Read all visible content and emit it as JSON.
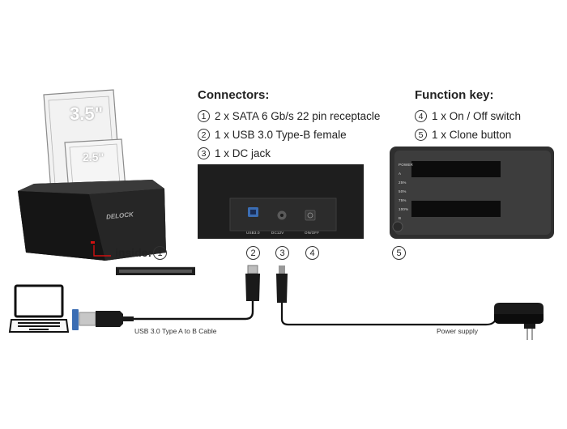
{
  "dock": {
    "brand": "DELOCK",
    "drive_large_label": "3.5\"",
    "drive_small_label": "2.5\"",
    "inside_label": "inside:",
    "inside_number": "1"
  },
  "connectors": {
    "title": "Connectors:",
    "items": [
      {
        "number": "1",
        "text": "2 x SATA 6 Gb/s 22 pin receptacle"
      },
      {
        "number": "2",
        "text": "1 x USB 3.0 Type-B female"
      },
      {
        "number": "3",
        "text": "1 x DC jack"
      }
    ]
  },
  "function_key": {
    "title": "Function key:",
    "items": [
      {
        "number": "4",
        "text": "1 x On / Off switch"
      },
      {
        "number": "5",
        "text": "1 x Clone button"
      }
    ]
  },
  "back_panel": {
    "port_labels": [
      "USB3.0",
      "DC12V",
      "ON/OFF"
    ],
    "callouts": [
      "2",
      "3",
      "4"
    ]
  },
  "top_panel": {
    "led_labels": [
      "POWER",
      "A",
      "25%",
      "50%",
      "75%",
      "100%",
      "B"
    ],
    "callout": "5"
  },
  "cables": {
    "usb_cable_label": "USB 3.0 Type A to B Cable",
    "power_label": "Power supply"
  },
  "colors": {
    "device": "#1c1c1c",
    "device_panel": "#2b2b2b",
    "usb_blue": "#3b6db3",
    "accent_red": "#d01010",
    "line": "#111111"
  }
}
